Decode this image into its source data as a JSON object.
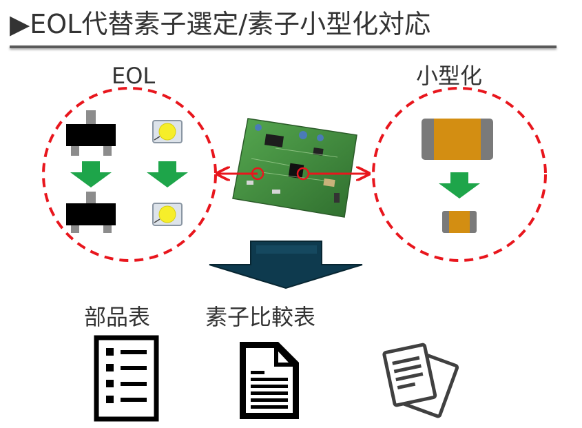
{
  "title": "▶EOL代替素子選定/素子小型化対応",
  "labels": {
    "eol": "EOL",
    "miniaturization": "小型化",
    "parts_list": "部品表",
    "element_comparison": "素子比較表"
  },
  "colors": {
    "dashed_circle": "#e8161d",
    "green_arrow": "#1ea54a",
    "down_arrow": "#0e3a4e",
    "chip_body": "#d38e12",
    "chip_end": "#7a7a7a",
    "pcb": "#3d8a3a"
  }
}
